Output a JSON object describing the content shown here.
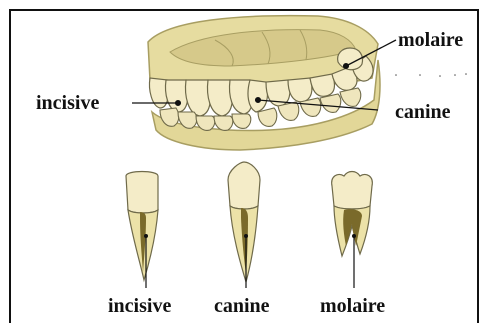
{
  "labels": {
    "molaire_top": "molaire",
    "incisive_left": "incisive",
    "canine_right": "canine",
    "incisive_bottom": "incisive",
    "canine_bottom": "canine",
    "molaire_bottom": "molaire"
  },
  "colors": {
    "tooth": "#f4ecc8",
    "tooth_outline": "#6f6a4a",
    "gum": "#e6dca0",
    "gum_dark": "#c8bd7e",
    "root": "#ece2a8",
    "pulp": "#7a6a2a",
    "line": "#111111"
  }
}
